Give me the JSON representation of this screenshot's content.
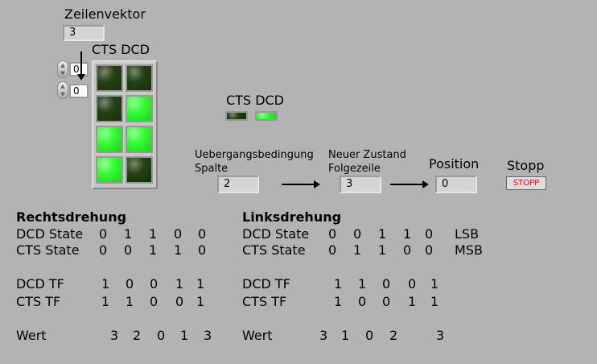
{
  "zeilenvektor": {
    "label": "Zeilenvektor",
    "value": "3"
  },
  "matrix": {
    "header": "CTS DCD",
    "index_row": "0",
    "index_col": "0",
    "rows": [
      [
        false,
        false
      ],
      [
        false,
        true
      ],
      [
        true,
        true
      ],
      [
        true,
        false
      ]
    ]
  },
  "leds": {
    "header": "CTS DCD",
    "cts": false,
    "dcd": true
  },
  "uebergang": {
    "label_line1": "Uebergangsbedingung",
    "label_line2": "Spalte",
    "value": "2"
  },
  "neuer": {
    "label_line1": "Neuer Zustand",
    "label_line2": "Folgezeile",
    "value": "3"
  },
  "position": {
    "label": "Position",
    "value": "0"
  },
  "stopp": {
    "label": "Stopp",
    "button": "STOPP"
  },
  "rechts": {
    "title": "Rechtsdrehung",
    "dcd_state_label": "DCD State",
    "dcd_state": [
      "0",
      "1",
      "1",
      "0",
      "0"
    ],
    "cts_state_label": "CTS State",
    "cts_state": [
      "0",
      "0",
      "1",
      "1",
      "0"
    ],
    "dcd_tf_label": "DCD TF",
    "dcd_tf": [
      "1",
      "0",
      "0",
      "1",
      "1"
    ],
    "cts_tf_label": "CTS TF",
    "cts_tf": [
      "1",
      "1",
      "0",
      "0",
      "1"
    ],
    "wert_label": "Wert",
    "wert": [
      "3",
      "2",
      "0",
      "1",
      "3"
    ]
  },
  "links": {
    "title": "Linksdrehung",
    "dcd_state_label": "DCD State",
    "dcd_state": [
      "0",
      "0",
      "1",
      "1",
      "0"
    ],
    "cts_state_label": "CTS State",
    "cts_state": [
      "0",
      "1",
      "1",
      "0",
      "0"
    ],
    "dcd_tf_label": "DCD TF",
    "dcd_tf": [
      "1",
      "1",
      "0",
      "0",
      "1"
    ],
    "cts_tf_label": "CTS TF",
    "cts_tf": [
      "1",
      "0",
      "0",
      "1",
      "1"
    ],
    "wert_label": "Wert",
    "wert": [
      "3",
      "1",
      "0",
      "2",
      "3"
    ],
    "lsb": "LSB",
    "msb": "MSB"
  },
  "colors": {
    "on": "#33ff33",
    "off": "#1a3a0c",
    "background": "#b3b3b3",
    "stop_text": "#ff0000"
  }
}
